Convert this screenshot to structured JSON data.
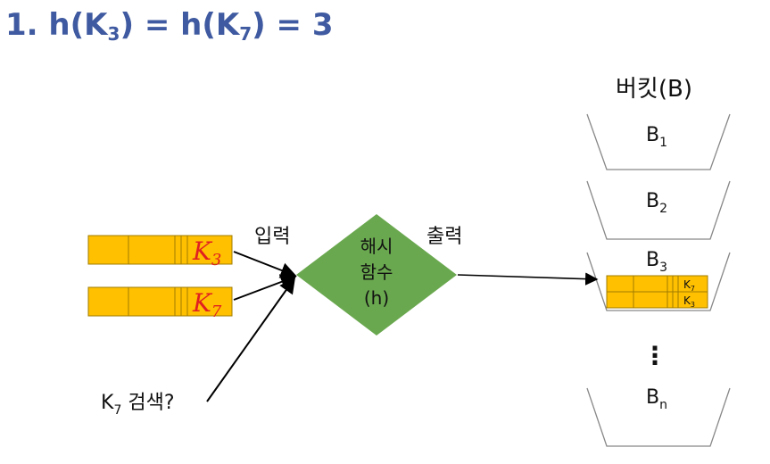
{
  "title": {
    "parts": [
      "1. h(K",
      "3",
      ") = h(K",
      "7",
      ") = 3"
    ]
  },
  "labels": {
    "input": "입력",
    "output": "출력",
    "search_prefix": "K",
    "search_sub": "7",
    "search_suffix": " 검색?"
  },
  "hash_function": {
    "lines": [
      "해시",
      "함수",
      "(h)"
    ],
    "color": "#6aa84f"
  },
  "records": {
    "color": "#ffc000",
    "items": [
      {
        "key_main": "K",
        "key_sub": "3"
      },
      {
        "key_main": "K",
        "key_sub": "7"
      }
    ]
  },
  "buckets": {
    "title": "버킷(B)",
    "items": [
      {
        "main": "B",
        "sub": "1"
      },
      {
        "main": "B",
        "sub": "2"
      },
      {
        "main": "B",
        "sub": "3"
      },
      {
        "main": "B",
        "sub": "n"
      }
    ],
    "ellipsis": "⋮",
    "stored_keys": [
      {
        "main": "K",
        "sub": "7"
      },
      {
        "main": "K",
        "sub": "3"
      }
    ]
  },
  "colors": {
    "title": "#3f5aa0",
    "handwriting": "#e02020"
  }
}
